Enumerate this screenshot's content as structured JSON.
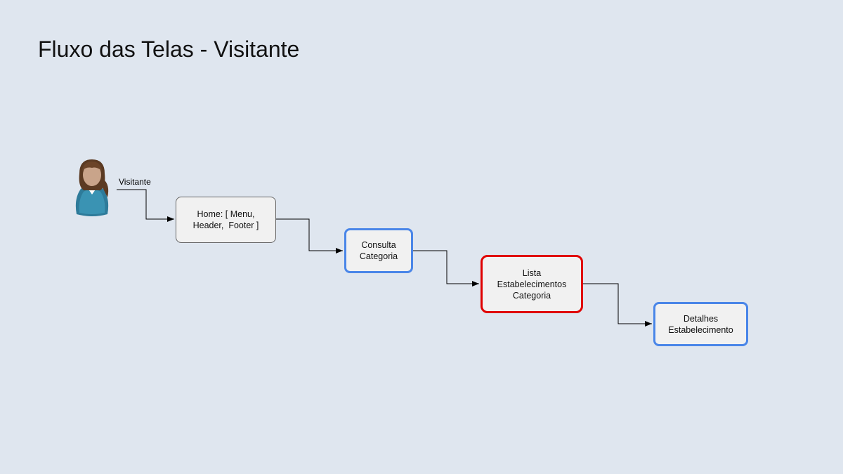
{
  "title": "Fluxo das Telas - Visitante",
  "actor": {
    "label": "Visitante",
    "icon": "person-icon"
  },
  "nodes": {
    "home": {
      "lines": [
        "Home: [ Menu,",
        "Header,  Footer ]"
      ]
    },
    "consulta": {
      "lines": [
        "Consulta",
        "Categoria"
      ]
    },
    "lista": {
      "lines": [
        "Lista",
        "Estabelecimentos",
        "Categoria"
      ]
    },
    "detalhes": {
      "lines": [
        "Detalhes",
        "Estabelecimento"
      ]
    }
  },
  "colors": {
    "background": "#dfe6ef",
    "node_fill": "#f1f1f1",
    "default_border": "#666666",
    "highlight_blue": "#4a86e8",
    "highlight_red": "#e00000"
  }
}
